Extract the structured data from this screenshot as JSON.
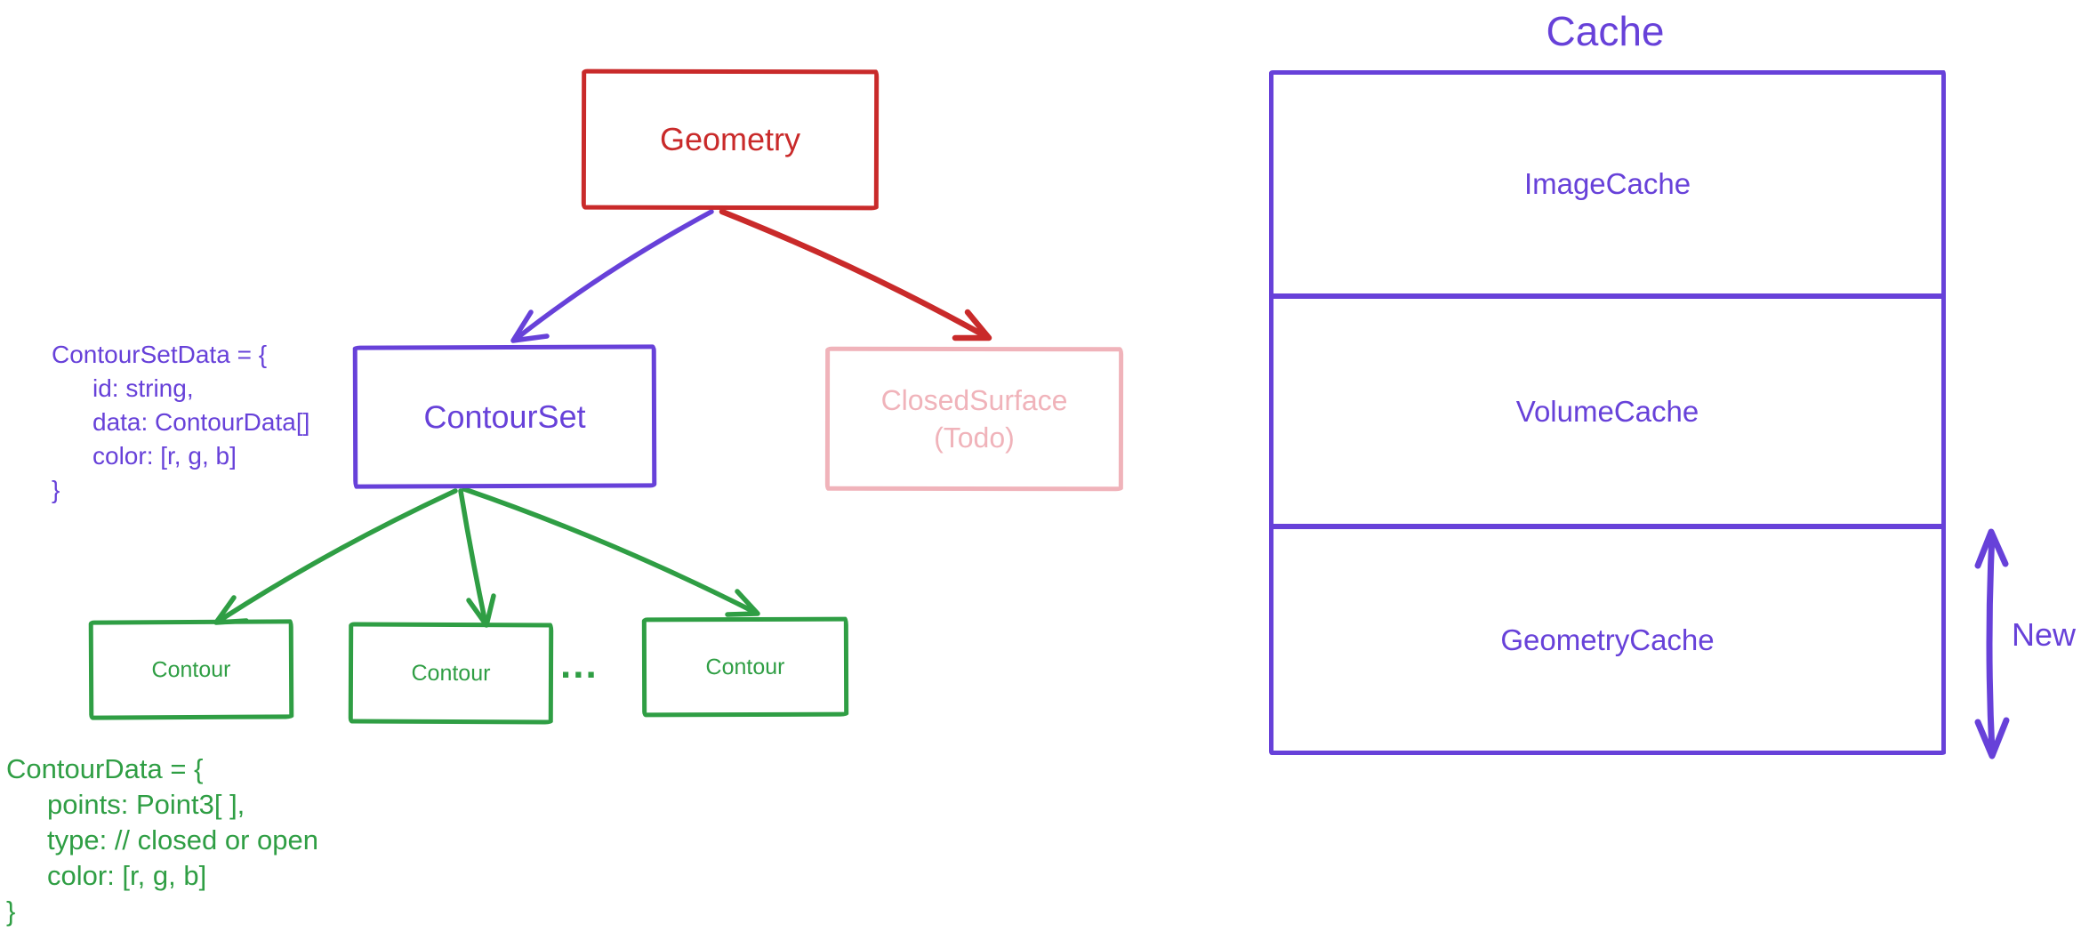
{
  "colors": {
    "red": "#c92a2a",
    "violet": "#6741d9",
    "green": "#2f9e44",
    "pink": "#f0b3ba",
    "background": "#ffffff"
  },
  "left_tree": {
    "geometry": {
      "label": "Geometry"
    },
    "contour_set": {
      "label": "ContourSet"
    },
    "closed_surface": {
      "label_line1": "ClosedSurface",
      "label_line2": "(Todo)"
    },
    "contours": [
      {
        "label": "Contour"
      },
      {
        "label": "Contour"
      },
      {
        "label": "Contour"
      }
    ],
    "ellipsis": "...",
    "contour_set_data": {
      "lines": [
        "ContourSetData = {",
        "id: string,",
        "data: ContourData[]",
        "color: [r, g, b]",
        "}"
      ]
    },
    "contour_data": {
      "lines": [
        "ContourData = {",
        "points: Point3[ ],",
        "type: // closed or open",
        "color: [r, g, b]",
        "}"
      ]
    }
  },
  "arrows": {
    "geometry_to_contour_set": {
      "from": "Geometry",
      "to": "ContourSet",
      "color": "#6741d9"
    },
    "geometry_to_closed_surface": {
      "from": "Geometry",
      "to": "ClosedSurface (Todo)",
      "color": "#c92a2a"
    },
    "contour_set_to_contour_1": {
      "from": "ContourSet",
      "to": "Contour",
      "color": "#2f9e44"
    },
    "contour_set_to_contour_2": {
      "from": "ContourSet",
      "to": "Contour",
      "color": "#2f9e44"
    },
    "contour_set_to_contour_3": {
      "from": "ContourSet",
      "to": "Contour",
      "color": "#2f9e44"
    },
    "geometry_cache_extent": {
      "label": "New",
      "color": "#6741d9"
    }
  },
  "cache_panel": {
    "title": "Cache",
    "sections": [
      {
        "label": "ImageCache"
      },
      {
        "label": "VolumeCache"
      },
      {
        "label": "GeometryCache"
      }
    ],
    "new_label": "New"
  }
}
